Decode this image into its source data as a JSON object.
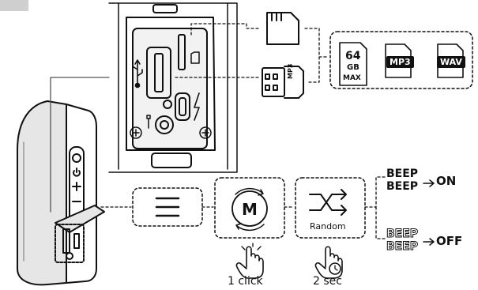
{
  "capacity": {
    "number": "64",
    "unit": "GB",
    "limit": "MAX"
  },
  "formats": [
    "MP3",
    "WAV"
  ],
  "usb_label": "MP3",
  "mode_button": "M",
  "shuffle_label": "Random",
  "actions": {
    "click": "1 click",
    "hold": "2 sec"
  },
  "results": {
    "on": {
      "beep1": "BEEP",
      "beep2": "BEEP",
      "state": "ON"
    },
    "off": {
      "beep1": "BEEP",
      "beep2": "BEEP",
      "state": "OFF"
    }
  }
}
